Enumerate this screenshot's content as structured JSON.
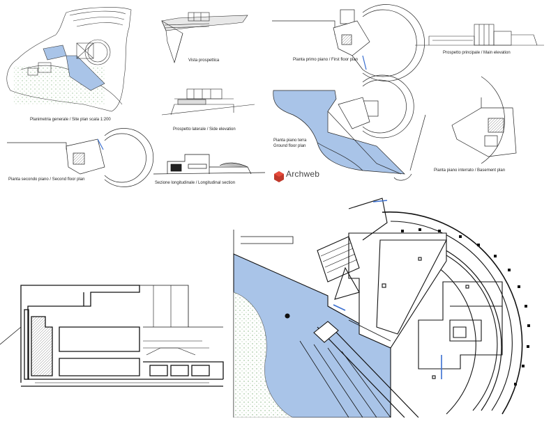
{
  "captions": {
    "site_plan": "Planimetria generale   /   Site plan   scala 1:200",
    "perspective": "Vista prospettica",
    "first_floor": "Pianta primo piano  /  First floor plan",
    "main_elevation": "Prospetto principale  /  Main elevation",
    "side_elevation": "Prospetto laterale  /  Side elevation",
    "ground_floor_it": "Pianta piano terra",
    "ground_floor_en": "Ground floor plan",
    "second_floor": "Pianta secondo piano  /  Second floor plan",
    "section": "Sezione longitudinale  /  Longitudinal section",
    "basement": "Pianta piano interrato  /  Basement plan"
  },
  "logo": {
    "text": "Archweb"
  },
  "colors": {
    "water": "#a9c4e8",
    "line": "#1a1a1a",
    "vegetation": "#6fa86a"
  }
}
